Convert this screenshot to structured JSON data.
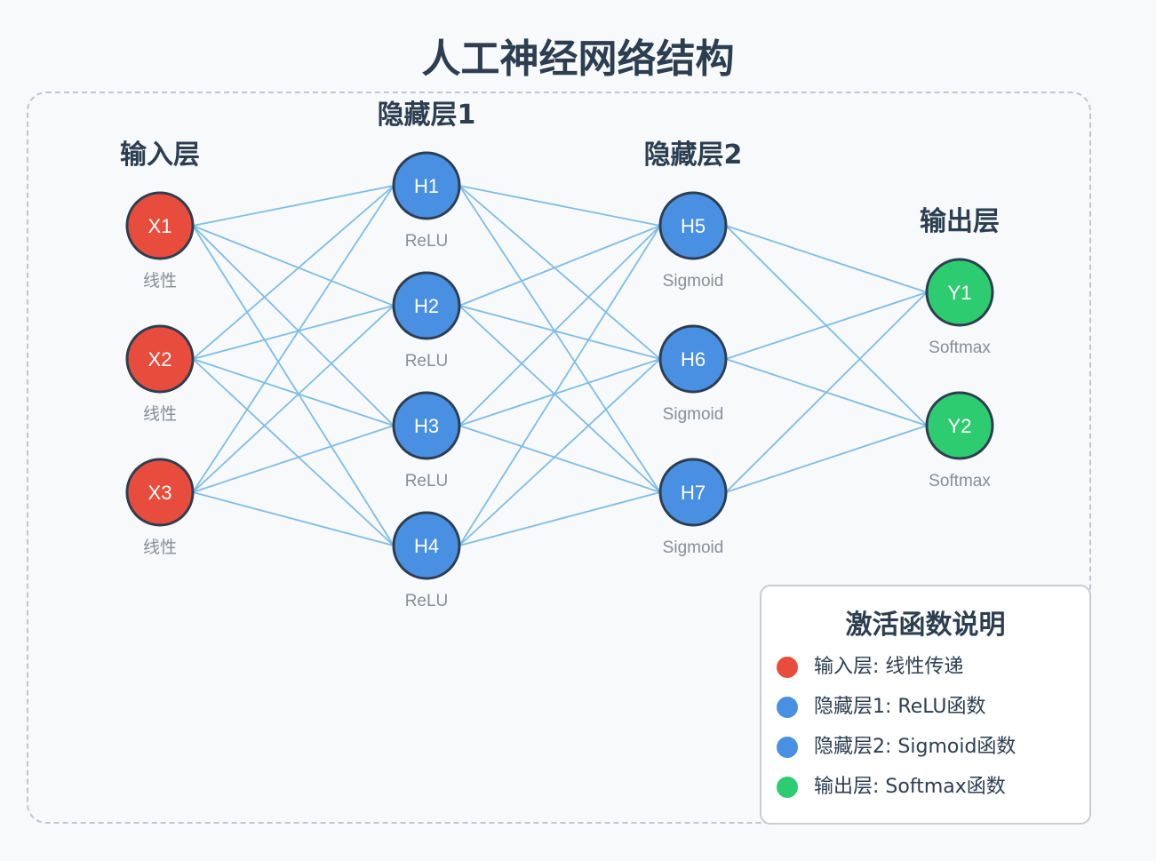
{
  "title": "人工神经网络结构",
  "colors": {
    "input": "#e74c3c",
    "hidden": "#4a90e2",
    "output": "#2ecc71",
    "connection": "#7fbde6",
    "node_stroke": "#2c3e50",
    "text_dark": "#2c3e50",
    "text_muted": "#8a8f95"
  },
  "layers": [
    {
      "name": "输入层",
      "type": "input",
      "nodes": [
        {
          "id": "X1",
          "activation": "线性"
        },
        {
          "id": "X2",
          "activation": "线性"
        },
        {
          "id": "X3",
          "activation": "线性"
        }
      ]
    },
    {
      "name": "隐藏层1",
      "type": "hidden",
      "nodes": [
        {
          "id": "H1",
          "activation": "ReLU"
        },
        {
          "id": "H2",
          "activation": "ReLU"
        },
        {
          "id": "H3",
          "activation": "ReLU"
        },
        {
          "id": "H4",
          "activation": "ReLU"
        }
      ]
    },
    {
      "name": "隐藏层2",
      "type": "hidden",
      "nodes": [
        {
          "id": "H5",
          "activation": "Sigmoid"
        },
        {
          "id": "H6",
          "activation": "Sigmoid"
        },
        {
          "id": "H7",
          "activation": "Sigmoid"
        }
      ]
    },
    {
      "name": "输出层",
      "type": "output",
      "nodes": [
        {
          "id": "Y1",
          "activation": "Softmax"
        },
        {
          "id": "Y2",
          "activation": "Softmax"
        }
      ]
    }
  ],
  "legend": {
    "title": "激活函数说明",
    "items": [
      {
        "label": "输入层: 线性传递",
        "color": "#e74c3c"
      },
      {
        "label": "隐藏层1: ReLU函数",
        "color": "#4a90e2"
      },
      {
        "label": "隐藏层2: Sigmoid函数",
        "color": "#4a90e2"
      },
      {
        "label": "输出层: Softmax函数",
        "color": "#2ecc71"
      }
    ]
  }
}
